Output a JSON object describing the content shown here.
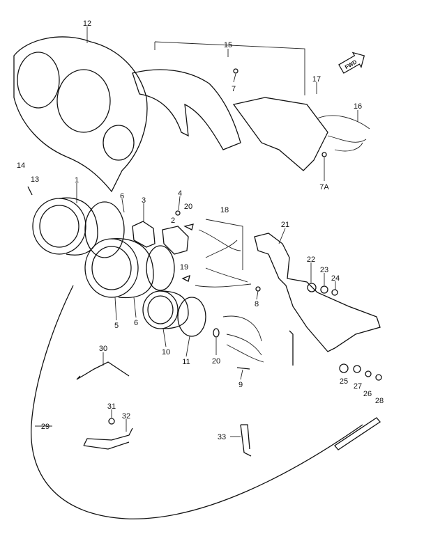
{
  "diagram": {
    "type": "exploded-parts-diagram",
    "direction_badge": "FWD",
    "callouts": [
      "12",
      "15",
      "7",
      "17",
      "16",
      "7A",
      "14",
      "13",
      "1",
      "6",
      "3",
      "4",
      "20",
      "2",
      "18",
      "21",
      "22",
      "23",
      "24",
      "19",
      "8",
      "5",
      "6",
      "10",
      "11",
      "20",
      "9",
      "25",
      "27",
      "26",
      "28",
      "30",
      "31",
      "32",
      "29",
      "33"
    ]
  }
}
